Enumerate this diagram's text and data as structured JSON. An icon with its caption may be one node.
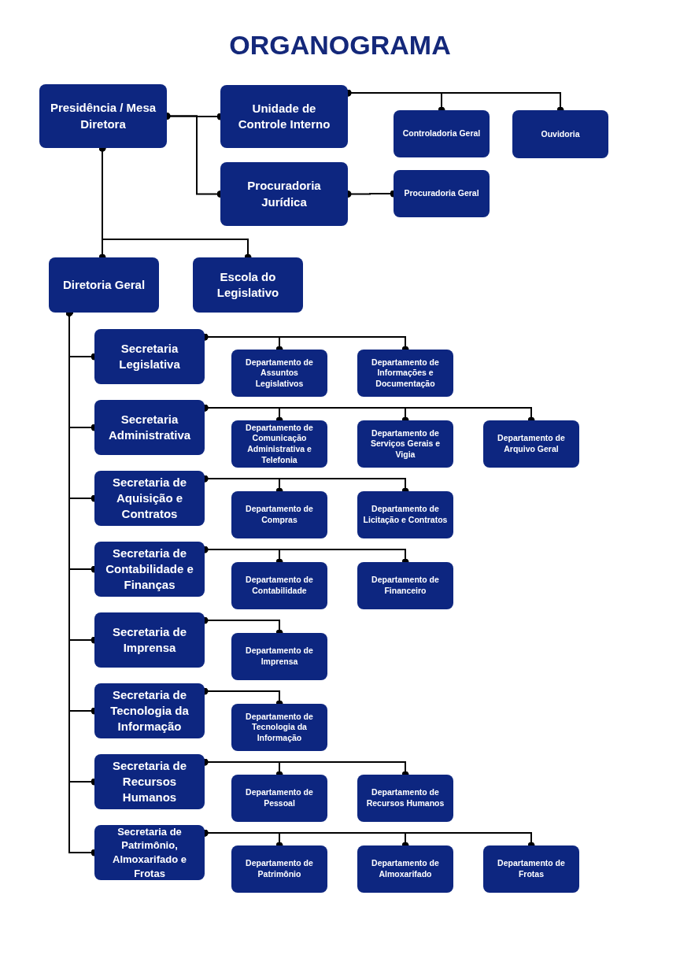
{
  "diagram": {
    "title": "ORGANOGRAMA",
    "nodes": [
      {
        "text": [
          "Presidência / Mesa Diretora"
        ]
      },
      {
        "text": [
          "Unidade de Controle Interno"
        ]
      },
      {
        "text": [
          "Controladoria Geral"
        ]
      },
      {
        "text": [
          "Ouvidoria"
        ]
      },
      {
        "text": [
          "Procuradoria Jurídica"
        ]
      },
      {
        "text": [
          "Procuradoria Geral"
        ]
      },
      {
        "text": [
          "Diretoria Geral"
        ]
      },
      {
        "text": [
          "Escola do Legislativo"
        ]
      },
      {
        "text": [
          "Secretaria Legislativa"
        ]
      },
      {
        "text": [
          "Departamento de Assuntos Legislativos"
        ]
      },
      {
        "text": [
          "Departamento de Informações e Documentação"
        ]
      },
      {
        "text": [
          "Secretaria Administrativa"
        ]
      },
      {
        "text": [
          "Departamento de Comunicação Administrativa e Telefonia"
        ]
      },
      {
        "text": [
          "Departamento de Serviços Gerais e Vigia"
        ]
      },
      {
        "text": [
          "Departamento de Arquivo Geral"
        ]
      },
      {
        "text": [
          "Secretaria de Aquisição e Contratos"
        ]
      },
      {
        "text": [
          "Departamento de Compras"
        ]
      },
      {
        "text": [
          "Departamento de Licitação e Contratos"
        ]
      },
      {
        "text": [
          "Secretaria de Contabilidade e Finanças"
        ]
      },
      {
        "text": [
          "Departamento de Contabilidade"
        ]
      },
      {
        "text": [
          "Departamento de Financeiro"
        ]
      },
      {
        "text": [
          "Secretaria de Imprensa"
        ]
      },
      {
        "text": [
          "Departamento de Imprensa"
        ]
      },
      {
        "text": [
          "Secretaria de Tecnologia da Informação"
        ]
      },
      {
        "text": [
          "Departamento de Tecnologia da Informação"
        ]
      },
      {
        "text": [
          "Secretaria de Recursos Humanos"
        ]
      },
      {
        "text": [
          "Departamento de Pessoal"
        ]
      },
      {
        "text": [
          "Departamento de Recursos Humanos"
        ]
      },
      {
        "text": [
          "Secretaria de Patrimônio, Almoxarifado e Frotas"
        ]
      },
      {
        "text": [
          "Departamento de Patrimônio"
        ]
      },
      {
        "text": [
          "Departamento de Almoxarifado"
        ]
      },
      {
        "text": [
          "Departamento de Frotas"
        ]
      }
    ],
    "edges": [
      {
        "from": 0,
        "to": 1,
        "arrow": "other"
      },
      {
        "from": 0,
        "to": 4,
        "arrow": "other"
      },
      {
        "from": 1,
        "to": 2,
        "arrow": "other"
      },
      {
        "from": 1,
        "to": 3,
        "arrow": "other"
      },
      {
        "from": 4,
        "to": 5,
        "arrow": "other"
      },
      {
        "from": 0,
        "to": 6,
        "arrow": "other"
      },
      {
        "from": 0,
        "to": 7,
        "arrow": "other"
      },
      {
        "from": 6,
        "to": 8,
        "arrow": "other"
      },
      {
        "from": 6,
        "to": 11,
        "arrow": "other"
      },
      {
        "from": 6,
        "to": 15,
        "arrow": "other"
      },
      {
        "from": 6,
        "to": 18,
        "arrow": "other"
      },
      {
        "from": 6,
        "to": 21,
        "arrow": "other"
      },
      {
        "from": 6,
        "to": 23,
        "arrow": "other"
      },
      {
        "from": 6,
        "to": 25,
        "arrow": "other"
      },
      {
        "from": 6,
        "to": 28,
        "arrow": "other"
      },
      {
        "from": 8,
        "to": 9,
        "arrow": "other"
      },
      {
        "from": 8,
        "to": 10,
        "arrow": "other"
      },
      {
        "from": 11,
        "to": 12,
        "arrow": "other"
      },
      {
        "from": 11,
        "to": 13,
        "arrow": "other"
      },
      {
        "from": 11,
        "to": 14,
        "arrow": "other"
      },
      {
        "from": 15,
        "to": 16,
        "arrow": "other"
      },
      {
        "from": 15,
        "to": 17,
        "arrow": "other"
      },
      {
        "from": 18,
        "to": 19,
        "arrow": "other"
      },
      {
        "from": 18,
        "to": 20,
        "arrow": "other"
      },
      {
        "from": 21,
        "to": 22,
        "arrow": "other"
      },
      {
        "from": 23,
        "to": 24,
        "arrow": "other"
      },
      {
        "from": 25,
        "to": 26,
        "arrow": "other"
      },
      {
        "from": 25,
        "to": 27,
        "arrow": "other"
      },
      {
        "from": 28,
        "to": 29,
        "arrow": "other"
      },
      {
        "from": 28,
        "to": 30,
        "arrow": "other"
      },
      {
        "from": 28,
        "to": 31,
        "arrow": "other"
      }
    ]
  }
}
